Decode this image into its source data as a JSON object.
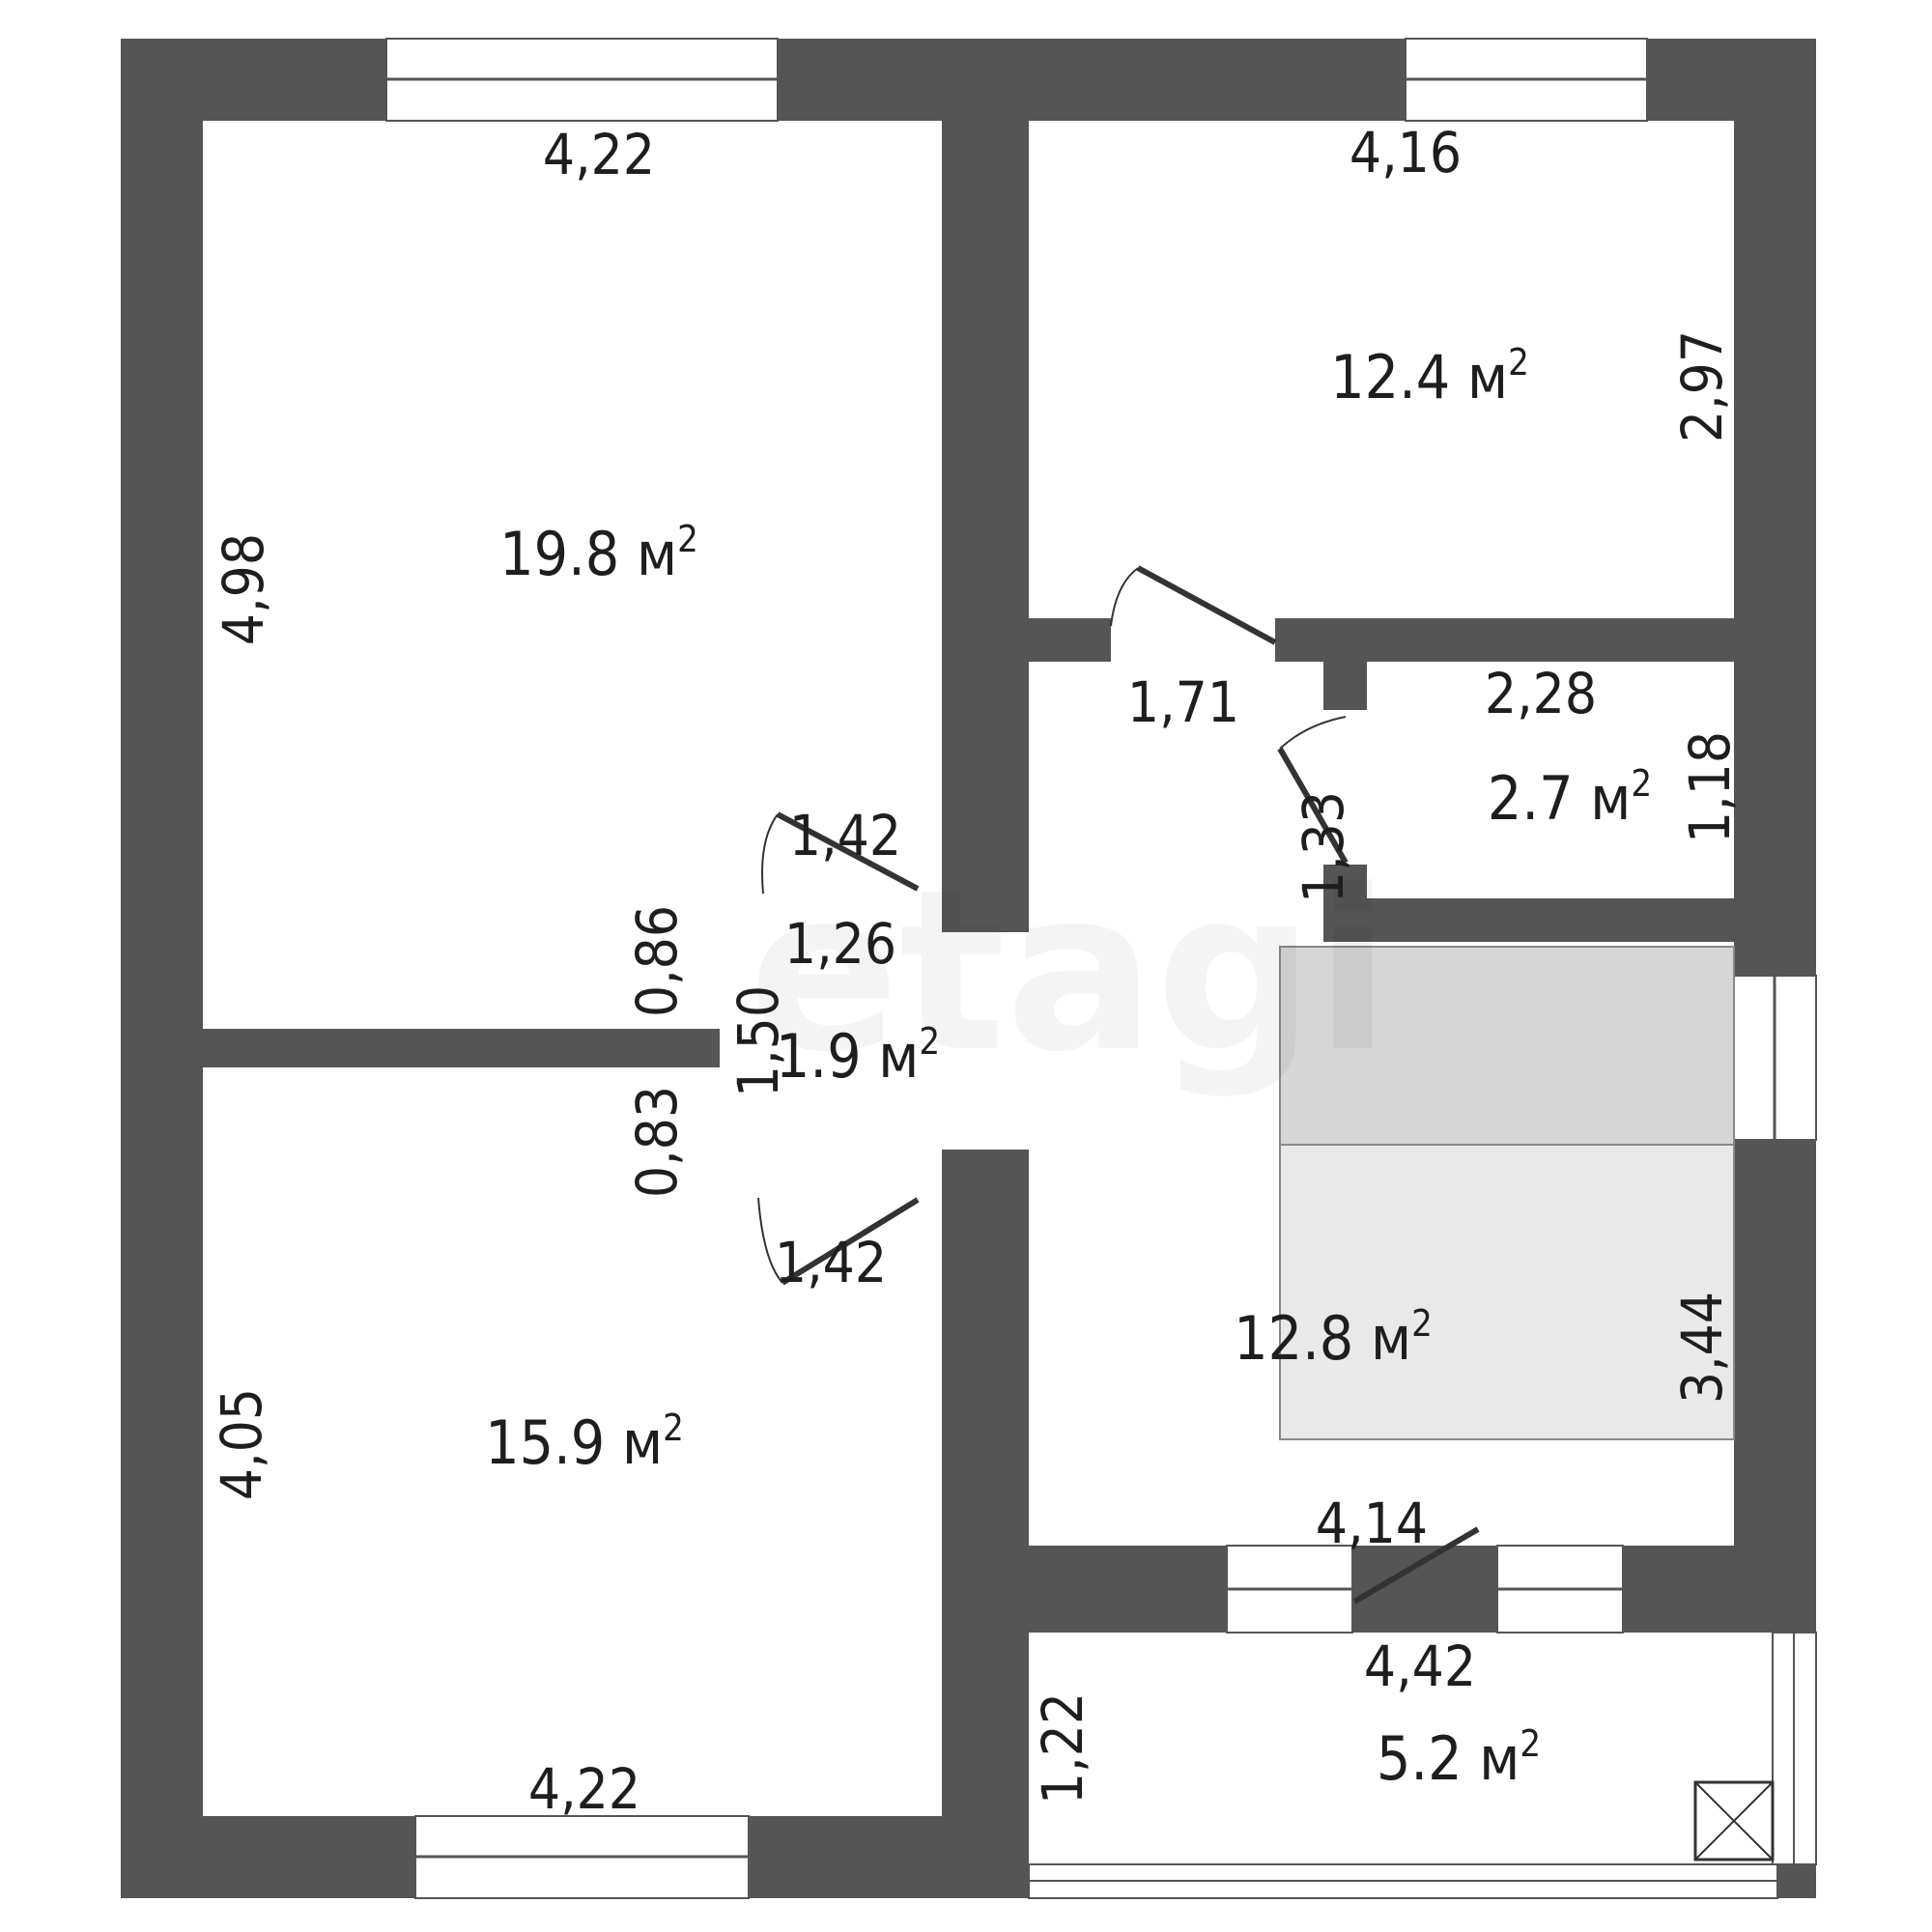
{
  "watermark": "etagi",
  "colors": {
    "wall": "#555555",
    "room": "#ffffff",
    "counter_dark": "#d6d6d6",
    "counter_light": "#e9e9e9",
    "door": "#333333"
  },
  "rooms": {
    "room_1": {
      "area": "19.8 м",
      "unit_sup": "2",
      "width": "4,22",
      "length": "4,98"
    },
    "room_2": {
      "area": "12.4 м",
      "unit_sup": "2",
      "width": "4,16",
      "length": "2,97"
    },
    "room_3": {
      "area": "15.9 м",
      "unit_sup": "2",
      "width": "4,22",
      "length": "4,05"
    },
    "hall": {
      "area": "1.9 м",
      "unit_sup": "2",
      "width": "1,26",
      "length": "1,50",
      "door_top": "1,42",
      "door_bottom": "1,42",
      "wall_upper": "0,86",
      "wall_lower": "0,83"
    },
    "bath": {
      "area": "2.7 м",
      "unit_sup": "2",
      "width": "2,28",
      "length": "1,18",
      "door_side": "1,33"
    },
    "kitchen": {
      "area": "12.8 м",
      "unit_sup": "2",
      "corridor_width": "1,71",
      "length": "3,44",
      "bottom_width": "4,14"
    },
    "balcony": {
      "area": "5.2 м",
      "unit_sup": "2",
      "width": "4,42",
      "depth": "1,22"
    }
  }
}
